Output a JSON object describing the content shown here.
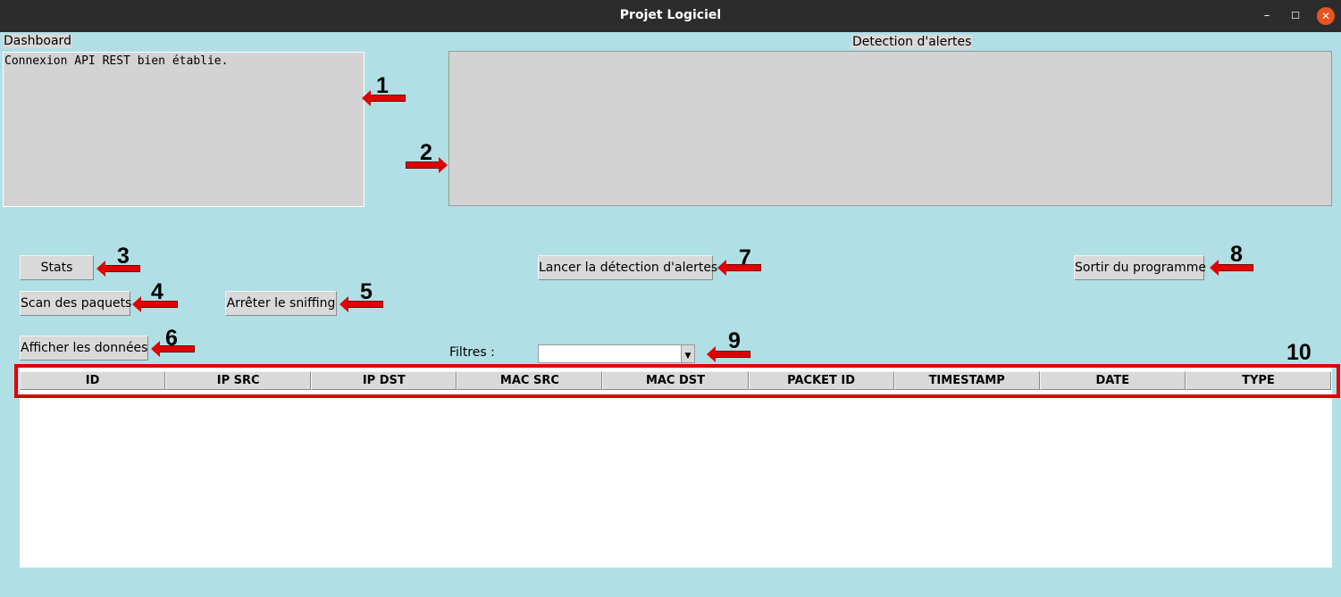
{
  "window": {
    "title": "Projet Logiciel",
    "minimize": "–",
    "maximize": "☐",
    "close": "✕"
  },
  "dashboard": {
    "label": "Dashboard",
    "text": "Connexion API REST bien établie."
  },
  "alerts": {
    "label": "Detection d'alertes",
    "text": ""
  },
  "buttons": {
    "stats": "Stats",
    "scan": "Scan des paquets",
    "stop_sniffing": "Arrêter le sniffing",
    "show_data": "Afficher les données",
    "launch_alerts": "Lancer la détection d'alertes",
    "exit": "Sortir du programme"
  },
  "filters": {
    "label": "Filtres :",
    "selected": ""
  },
  "table": {
    "columns": [
      "ID",
      "IP SRC",
      "IP DST",
      "MAC SRC",
      "MAC DST",
      "PACKET ID",
      "TIMESTAMP",
      "DATE",
      "TYPE"
    ],
    "rows": []
  },
  "annotations": [
    "1",
    "2",
    "3",
    "4",
    "5",
    "6",
    "7",
    "8",
    "9",
    "10"
  ],
  "colors": {
    "background": "#b0dfe5",
    "annotation_red": "#e00000",
    "titlebar": "#2c2c2c"
  }
}
